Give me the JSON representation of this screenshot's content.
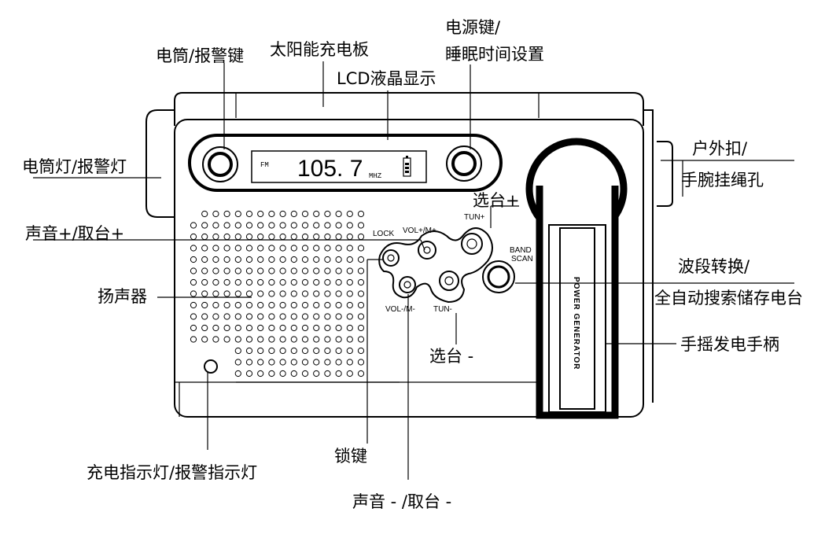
{
  "callouts": {
    "flashlight_key": "电筒/报警键",
    "solar_panel": "太阳能充电板",
    "lcd_display": "LCD液晶显示",
    "power_key_line1": "电源键/",
    "power_key_line2": "睡眠时间设置",
    "flashlight_lamp": "电筒灯/报警灯",
    "outdoor_buckle_line1": "户外扣/",
    "outdoor_buckle_line2": "手腕挂绳孔",
    "tune_up": "选台+",
    "volume_up": "声音+/取台+",
    "band_switch_line1": "波段转换/",
    "band_switch_line2": "全自动搜索储存电台",
    "speaker": "扬声器",
    "tune_down": "选台 -",
    "hand_crank": "手摇发电手柄",
    "charge_indicator": "充电指示灯/报警指示灯",
    "lock_key": "锁键",
    "volume_down": "声音 - /取台 -"
  },
  "device_labels": {
    "lock": "LOCK",
    "vol_up": "VOL+/M+",
    "tun_up": "TUN+",
    "band": "BAND",
    "scan": "SCAN",
    "vol_down": "VOL-/M-",
    "tun_down": "TUN-",
    "crank_text": "POWER GENERATOR"
  },
  "lcd": {
    "band": "FM",
    "frequency": "105. 7",
    "unit": "MHZ"
  }
}
